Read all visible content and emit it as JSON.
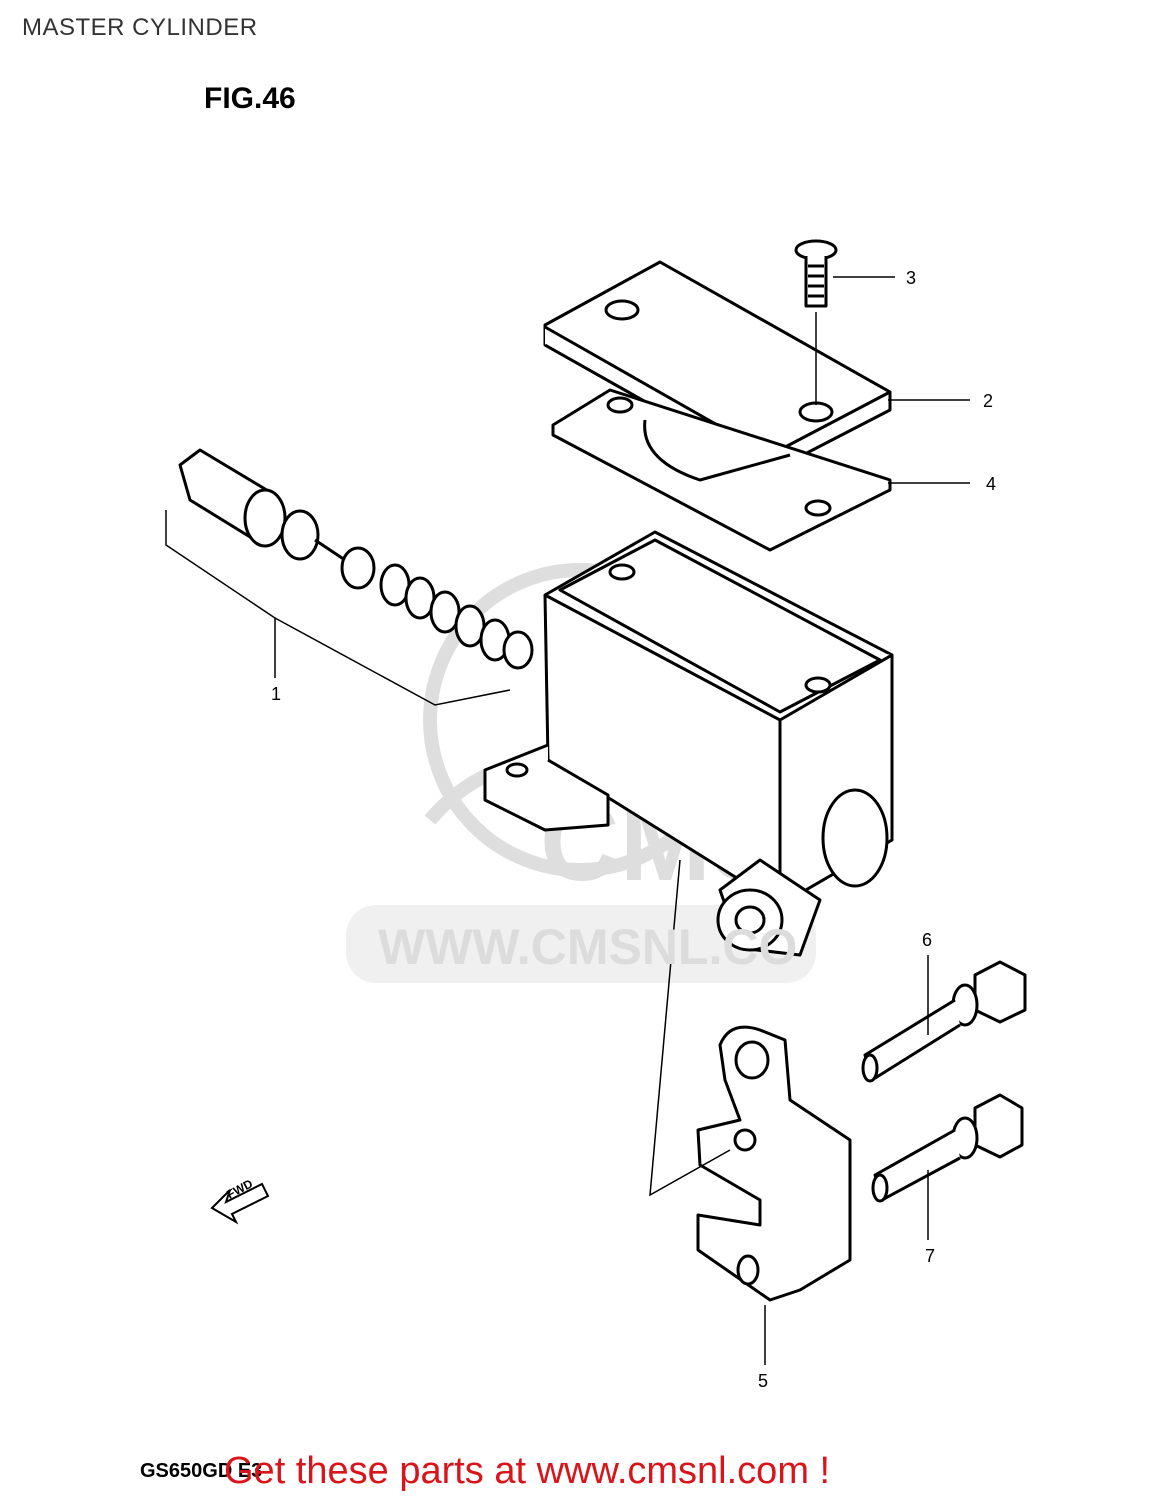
{
  "header": {
    "title": "MASTER CYLINDER",
    "figure": "FIG.46"
  },
  "parts": [
    {
      "number": "1"
    },
    {
      "number": "2"
    },
    {
      "number": "3"
    },
    {
      "number": "4"
    },
    {
      "number": "5"
    },
    {
      "number": "6"
    },
    {
      "number": "7"
    }
  ],
  "watermark": {
    "text": "WWW.CMSNL.CO",
    "logo": "CMS"
  },
  "direction_marker": {
    "text": "FWD"
  },
  "footer": {
    "model_code": "GS650GD E3",
    "cta": "Get these parts at www.cmsnl.com !"
  },
  "colors": {
    "cta": "#d9141b",
    "watermark": "#dcdcdc",
    "line": "#000000"
  }
}
